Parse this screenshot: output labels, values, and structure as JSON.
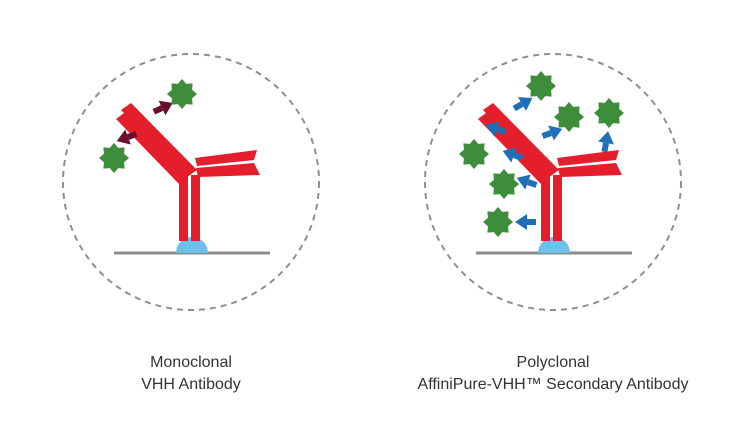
{
  "panels": [
    {
      "caption_line1": "Monoclonal",
      "caption_line2": "VHH Antibody"
    },
    {
      "caption_line1": "Polyclonal",
      "caption_line2": "AffiniPure-VHH™ Secondary Antibody"
    }
  ],
  "colors": {
    "antibody_red": "#e41e2b",
    "antigen_green": "#3d8d3b",
    "monoclonal_vhh": "#6b0f2d",
    "polyclonal_vhh": "#1d6fb8",
    "receptor_blue": "#6cc0ea",
    "surface_gray": "#8c8c8c",
    "circle_gray": "#8f8f8f"
  }
}
